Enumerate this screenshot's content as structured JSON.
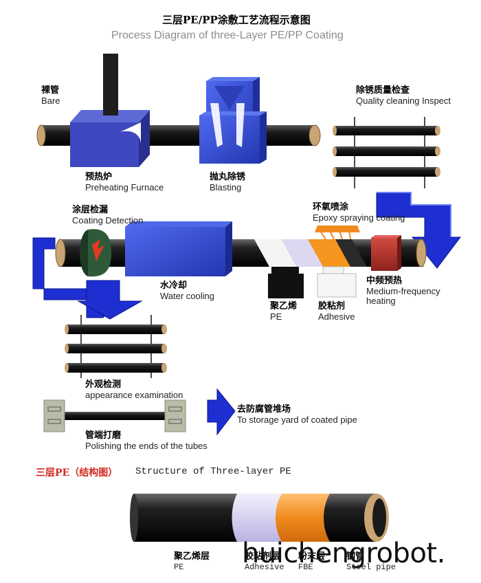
{
  "title": {
    "chinese": "三层PE/PP涂敷工艺流程示意图",
    "english": "Process Diagram of three-Layer PE/PP Coating"
  },
  "steps": {
    "bare": {
      "cn": "裸管",
      "en": "Bare"
    },
    "preheating": {
      "cn": "预热炉",
      "en": "Preheating Furnace"
    },
    "blasting": {
      "cn": "抛丸除锈",
      "en": "Blasting"
    },
    "quality": {
      "cn": "除锈质量检查",
      "en": "Quality cleaning Inspect"
    },
    "coating_detection": {
      "cn": "涂层检漏",
      "en": "Coating Detection"
    },
    "epoxy": {
      "cn": "环氧喷涂",
      "en": "Epoxy spraying coating"
    },
    "water_cooling": {
      "cn": "水冷却",
      "en": "Water cooling"
    },
    "pe": {
      "cn": "聚乙烯",
      "en": "PE"
    },
    "adhesive": {
      "cn": "胶粘剂",
      "en": "Adhesive"
    },
    "medium_frequency": {
      "cn": "中频预热",
      "en_line1": "Medium-frequency",
      "en_line2": "heating"
    },
    "appearance": {
      "cn": "外观检测",
      "en": "appearance examination"
    },
    "storage": {
      "cn": "去防腐管堆场",
      "en": "To storage yard of coated pipe"
    },
    "polishing": {
      "cn": "管端打磨",
      "en": "Polishing the ends of the tubes"
    }
  },
  "structure": {
    "title_cn": "三层PE（结构图）",
    "title_en": "Structure of Three-layer PE",
    "layers": [
      {
        "cn": "聚乙烯层",
        "en": "PE"
      },
      {
        "cn": "胶粘剂层",
        "en": "Adhesive"
      },
      {
        "cn": "粉末层",
        "en": "FBE"
      },
      {
        "cn": "钢管",
        "en": "Steel pipe"
      }
    ]
  },
  "watermark": "huichengrobot.",
  "colors": {
    "machine_blue": "#2f47c8",
    "machine_blue_light": "#4a63e6",
    "arrow_blue": "#1d2fd0",
    "pipe_dark": "#1c1c1c",
    "pipe_end": "#c9a574",
    "adhesive_lavender": "#d9d6f2",
    "fbe_orange": "#f08a1e",
    "heater_red": "#b8322c",
    "detector_green": "#2f5a3a",
    "title_red": "#d2281e"
  }
}
